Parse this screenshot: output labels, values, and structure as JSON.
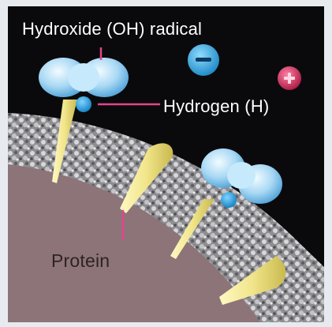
{
  "labels": {
    "hydroxide": "Hydroxide (OH) radical",
    "hydrogen": "Hydrogen (H)",
    "protein": "Protein"
  },
  "charges": {
    "negative": "−",
    "positive": "+"
  },
  "colors": {
    "background": "#0a0a0d",
    "frame": "#e7ebef",
    "membrane_texture": "#9a9a9c",
    "cell_interior": "#8c7478",
    "protein": "#f1e58a",
    "hydroxide_molecule": "#a8d8f4",
    "hydrogen_atom": "#1fa0de",
    "negative_ion": "#1ea8e0",
    "positive_ion": "#cc2255",
    "leader_line": "#e2458b"
  }
}
